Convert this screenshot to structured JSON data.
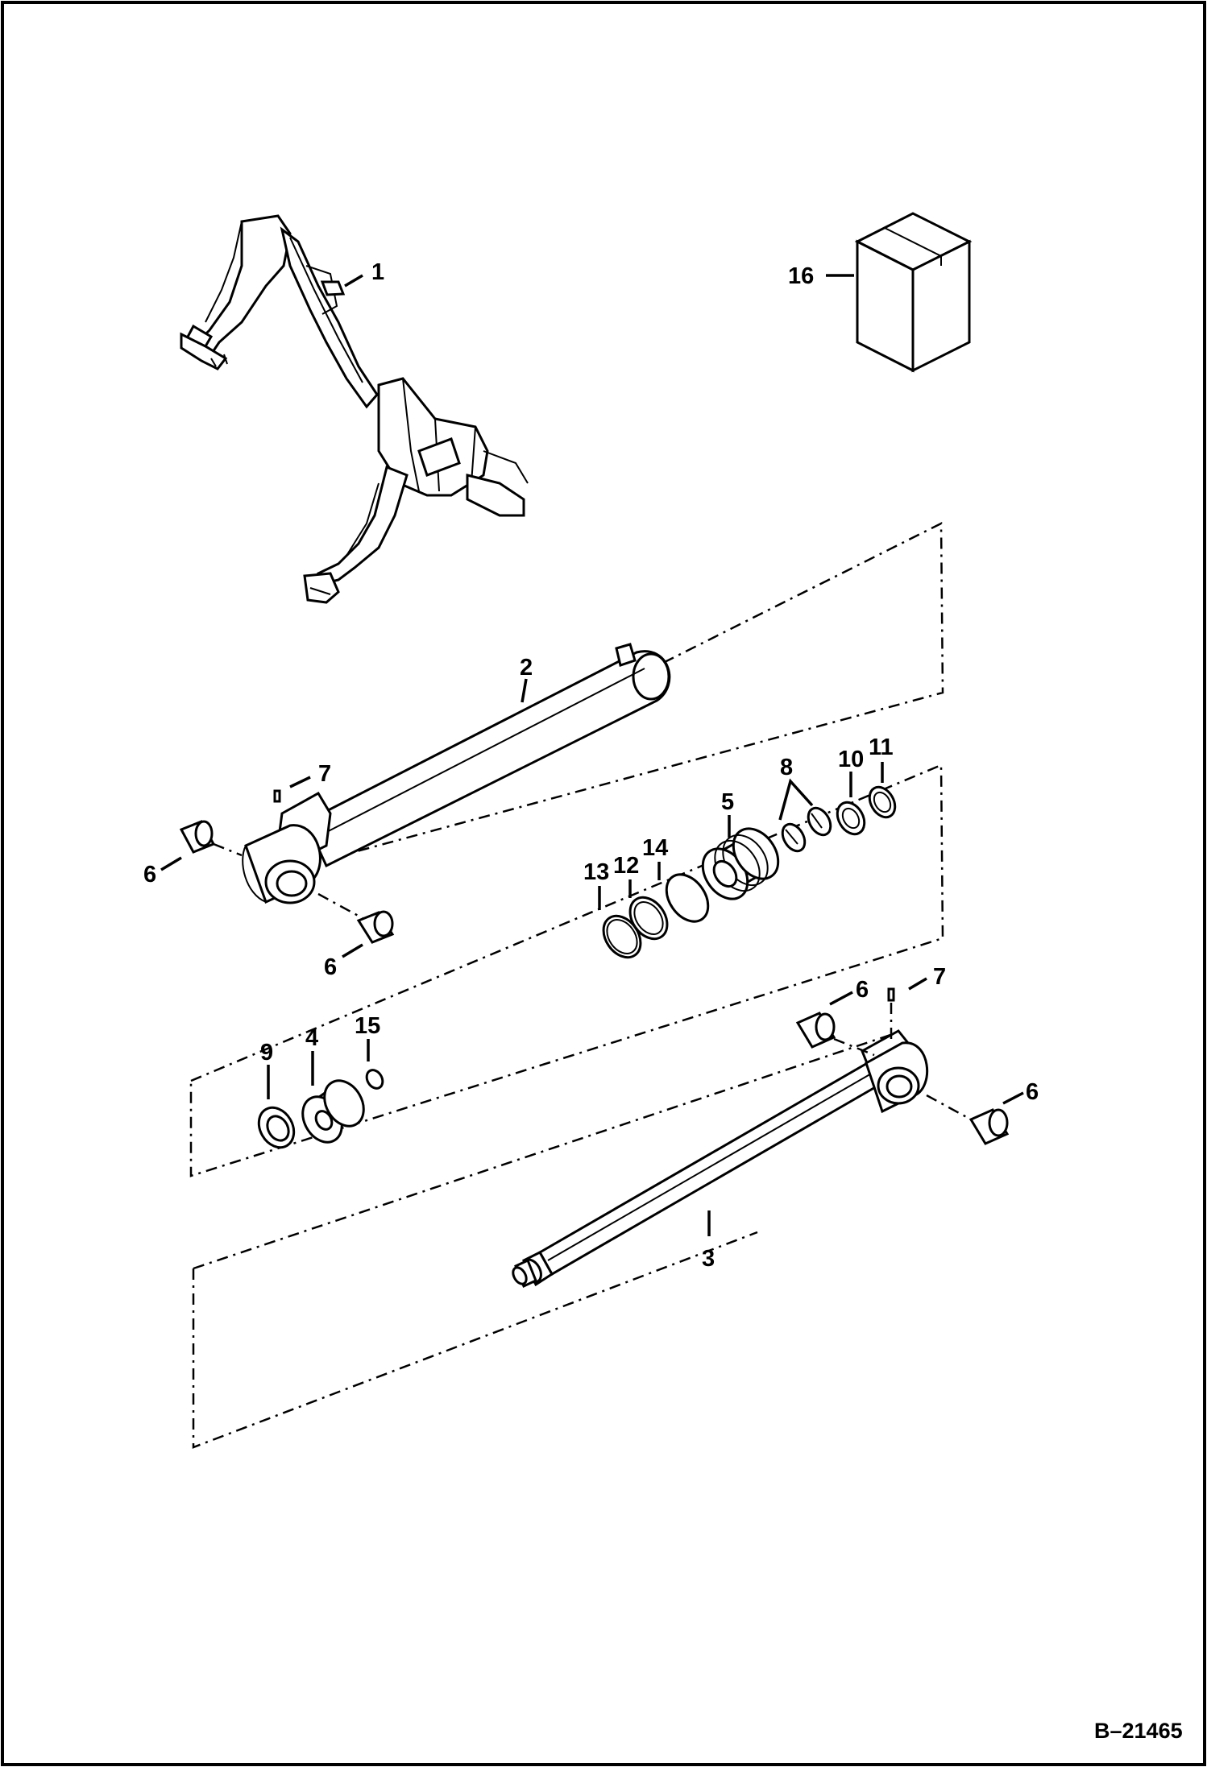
{
  "document": {
    "drawing_number": "B–21465"
  },
  "callouts": {
    "c1": "1",
    "c2": "2",
    "c3": "3",
    "c4": "4",
    "c5": "5",
    "c6a": "6",
    "c6b": "6",
    "c6c": "6",
    "c6d": "6",
    "c7a": "7",
    "c7b": "7",
    "c8": "8",
    "c9": "9",
    "c10": "10",
    "c11": "11",
    "c12": "12",
    "c13": "13",
    "c14": "14",
    "c15": "15",
    "c16": "16"
  },
  "colors": {
    "line": "#000000",
    "background": "#ffffff"
  }
}
